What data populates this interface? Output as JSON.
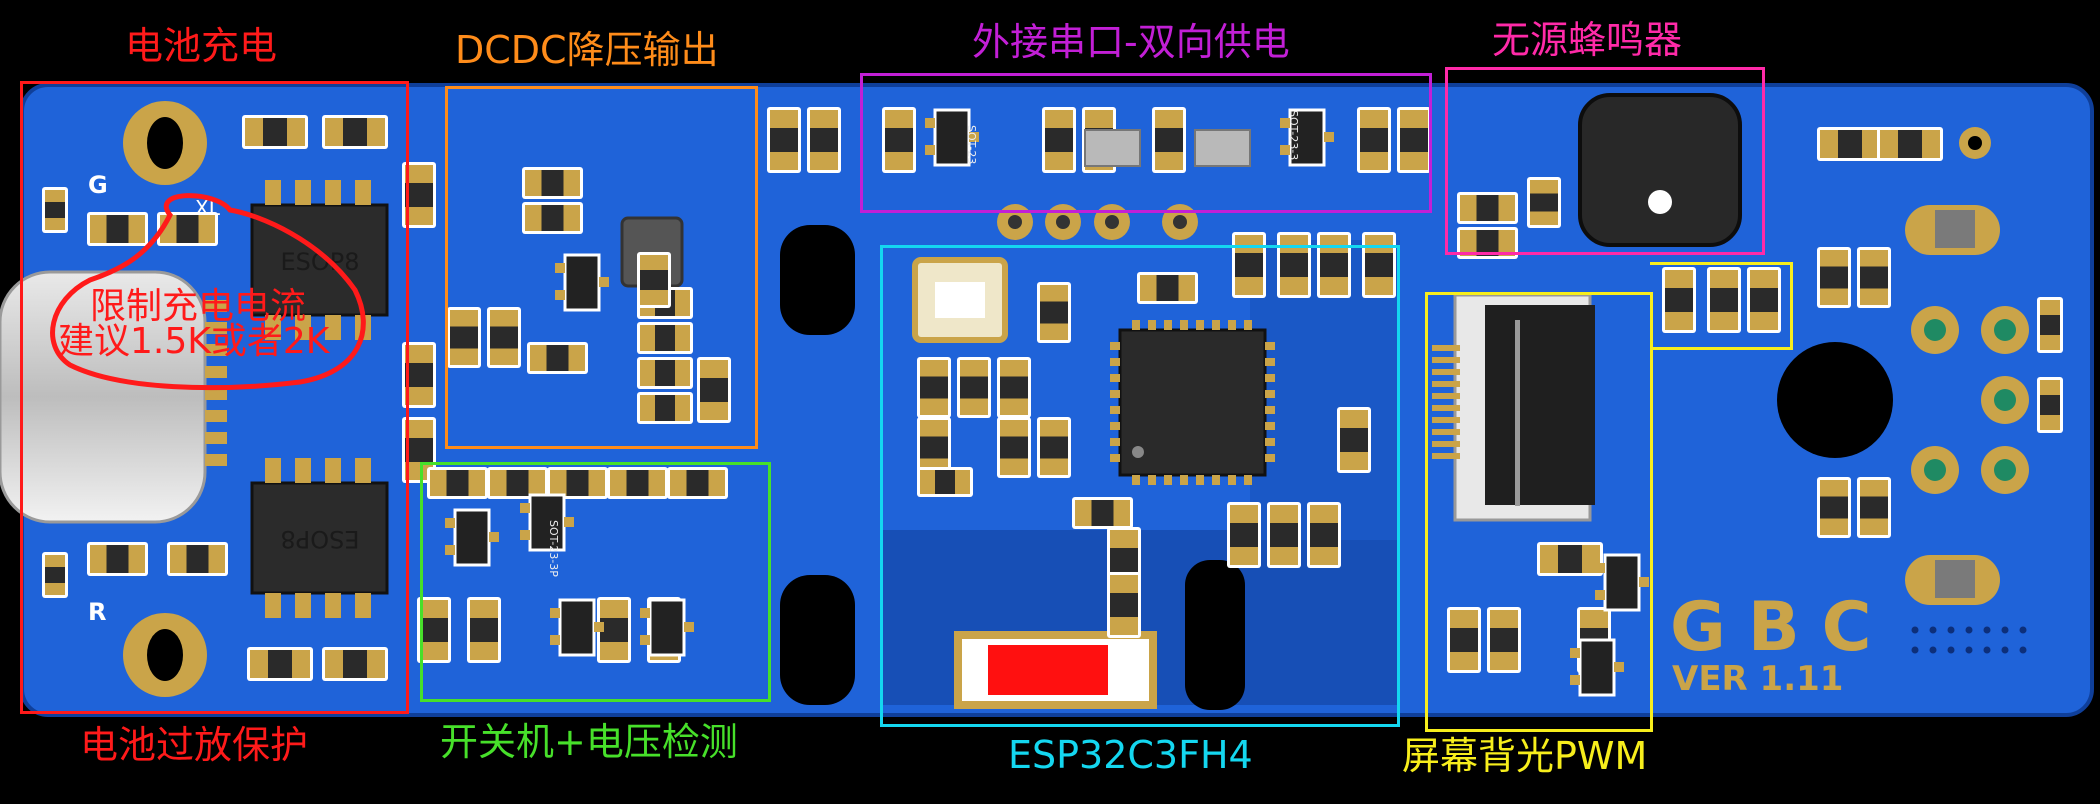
{
  "labels": {
    "battery_charge": "电池充电",
    "dcdc_output": "DCDC降压输出",
    "uart_power": "外接串口-双向供电",
    "buzzer": "无源蜂鸣器",
    "battery_protect": "电池过放保护",
    "power_switch": "开关机+电压检测",
    "mcu": "ESP32C3FH4",
    "backlight": "屏幕背光PWM"
  },
  "annotation": {
    "line1": "限制充电电流",
    "line2": "建议1.5K或者2K"
  },
  "silkscreen": {
    "chip_top": "ESOP8",
    "chip_bottom": "ESOP8",
    "pad_g": "G",
    "pad_r": "R",
    "pad_xl": "XL",
    "brand": "GBC",
    "version": "VER 1.11",
    "sot_a": "SOT-23",
    "sot_b": "SOT-23-3",
    "sot_c": "SOT-23-3P"
  },
  "colors": {
    "board": "#1f63d9",
    "board_dark": "#174fb6",
    "pad": "#caa449",
    "chip": "#2b2b2b",
    "red": "#ff1a1a",
    "orange": "#ff8c1a",
    "magenta": "#c21fd6",
    "pink": "#ff2aa8",
    "green": "#47e02a",
    "cyan": "#14d7f0",
    "yellow": "#f7ee1c"
  }
}
